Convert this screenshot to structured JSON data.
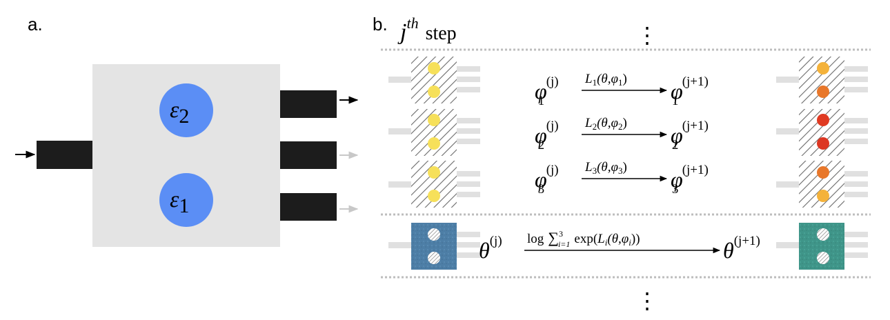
{
  "panel_a": {
    "label": "a.",
    "upper_circle": {
      "symbol": "ε",
      "subscript": "2"
    },
    "lower_circle": {
      "symbol": "ε",
      "subscript": "1"
    },
    "colors": {
      "box": "#e4e4e4",
      "port": "#1c1c1c",
      "circle": "#5b8ef5",
      "arrow_active": "#000000",
      "arrow_faded": "#c8c8c8"
    }
  },
  "panel_b": {
    "label": "b.",
    "step_title": {
      "symbol": "j",
      "superscript": "th",
      "word": "step"
    },
    "ellipsis": "⋮",
    "rows": [
      {
        "phi": "φ",
        "sub": "1",
        "sup_from": "(j)",
        "sup_to": "(j+1)",
        "L": "L",
        "L_sub": "1",
        "L_args": "(θ,φ",
        "L_args_sub": "1",
        "L_close": ")",
        "left_dots": [
          "#f6e05a",
          "#f6e05a"
        ],
        "right_dots": [
          "#f4b23a",
          "#e8772a"
        ]
      },
      {
        "phi": "φ",
        "sub": "2",
        "sup_from": "(j)",
        "sup_to": "(j+1)",
        "L": "L",
        "L_sub": "2",
        "L_args": "(θ,φ",
        "L_args_sub": "2",
        "L_close": ")",
        "left_dots": [
          "#f6e05a",
          "#f6e05a"
        ],
        "right_dots": [
          "#e03a22",
          "#dc3622"
        ]
      },
      {
        "phi": "φ",
        "sub": "3",
        "sup_from": "(j)",
        "sup_to": "(j+1)",
        "L": "L",
        "L_sub": "3",
        "L_args": "(θ,φ",
        "L_args_sub": "3",
        "L_close": ")",
        "left_dots": [
          "#f6e05a",
          "#f6e05a"
        ],
        "right_dots": [
          "#e8772a",
          "#f4b23a"
        ]
      }
    ],
    "theta_row": {
      "theta": "θ",
      "sup_from": "(j)",
      "sup_to": "(j+1)",
      "update": {
        "log": "log",
        "sum": "∑",
        "sum_top": "3",
        "sum_bottom": "i=1",
        "exp": "exp(",
        "L": "L",
        "L_sub": "i",
        "args": "(θ,φ",
        "args_sub": "i",
        "close": "))"
      },
      "left_block_color": "#4d7ea6",
      "right_block_color": "#3f9589"
    }
  }
}
